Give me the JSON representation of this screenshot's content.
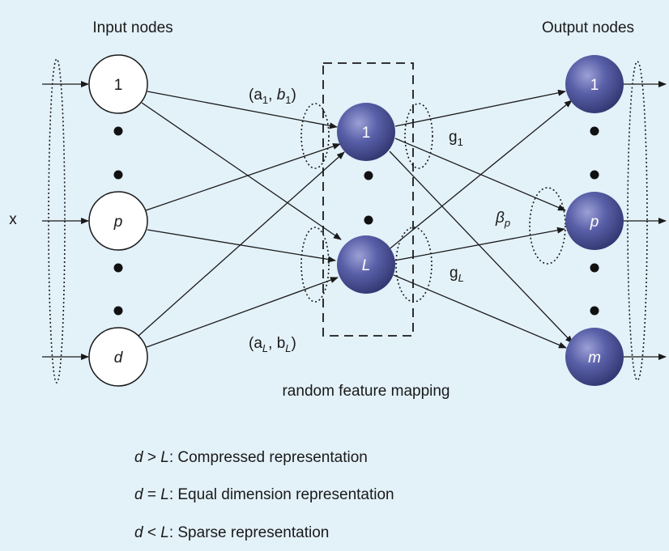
{
  "headers": {
    "input_nodes": "Input nodes",
    "output_nodes": "Output nodes"
  },
  "input_label": "x",
  "input_nodes": [
    {
      "label": "1",
      "italic": false
    },
    {
      "label": "p",
      "italic": true
    },
    {
      "label": "d",
      "italic": true
    }
  ],
  "hidden_nodes": [
    {
      "label": "1",
      "italic": false
    },
    {
      "label": "L",
      "italic": true
    }
  ],
  "output_nodes": [
    {
      "label": "1",
      "italic": false
    },
    {
      "label": "p",
      "italic": true
    },
    {
      "label": "m",
      "italic": true
    }
  ],
  "edge_labels": {
    "top_params": {
      "a": "a",
      "a_sub": "1",
      "b": "b",
      "b_sub": "1"
    },
    "bottom_params": {
      "a": "a",
      "a_sub": "L",
      "b": "b",
      "b_sub": "L"
    },
    "g1": {
      "main": "g",
      "sub": "1"
    },
    "gL": {
      "main": "g",
      "sub": "L"
    },
    "beta": {
      "main": "β",
      "sub": "p"
    }
  },
  "mapping_label": "random feature mapping",
  "legend": [
    {
      "lhs": "d",
      "op": ">",
      "rhs": "L",
      "text": ": Compressed representation"
    },
    {
      "lhs": "d",
      "op": "=",
      "rhs": "L",
      "text": ": Equal dimension representation"
    },
    {
      "lhs": "d",
      "op": "<",
      "rhs": "L",
      "text": ": Sparse representation"
    }
  ],
  "colors": {
    "background": "#e3f1f9",
    "input_node_fill": "#ffffff",
    "hidden_node_fill": "#5a60a8",
    "output_node_fill": "#5a60a8",
    "stroke": "#1a1a1a"
  }
}
